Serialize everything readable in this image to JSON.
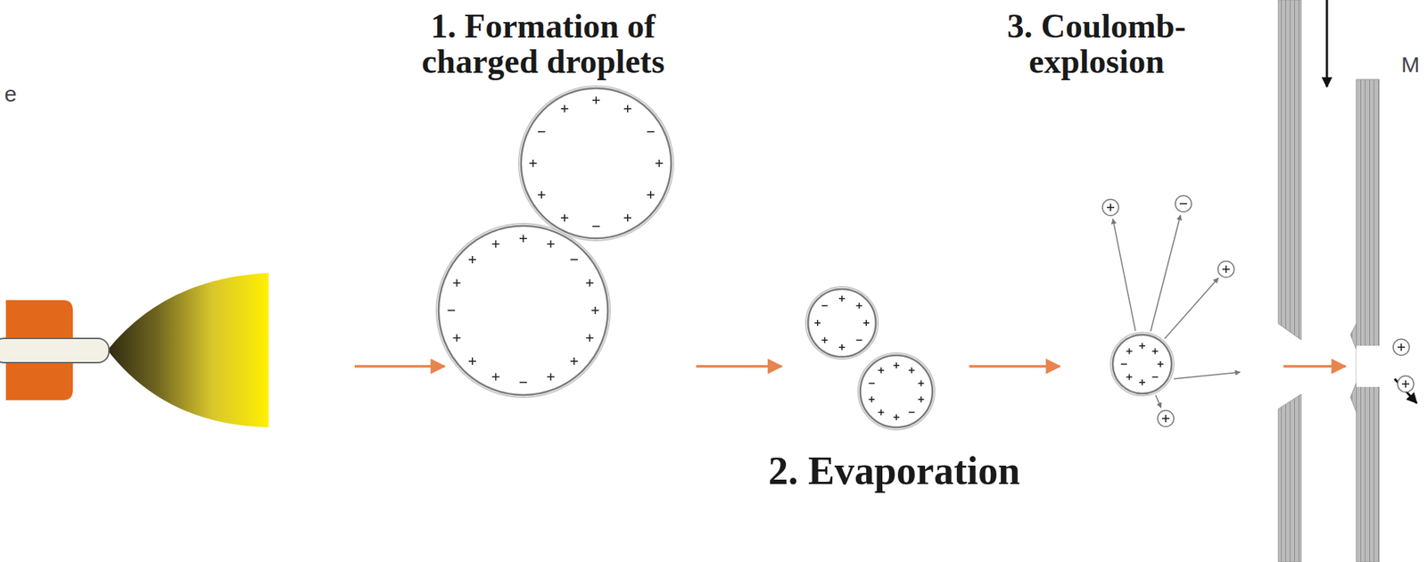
{
  "diagram": {
    "labels": [
      "e",
      "1. Formation of charged droplets",
      "2. Evaporation",
      "3. Coulomb- explosion",
      "M"
    ]
  }
}
